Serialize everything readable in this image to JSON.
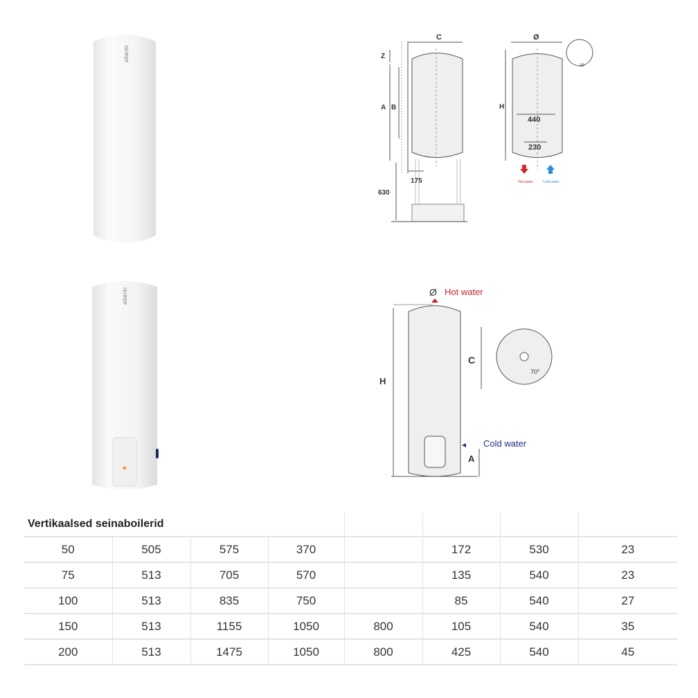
{
  "product_images": [
    {
      "name": "wall-boiler-slim",
      "brand_text": "atlantic"
    },
    {
      "name": "floor-boiler",
      "brand_text": "atlantic"
    }
  ],
  "diagram_top": {
    "labels": {
      "c": "C",
      "z": "Z",
      "a": "A",
      "b": "B",
      "d175": "175",
      "d630": "630",
      "diameter": "Ø",
      "h": "H",
      "d440": "440",
      "d230": "230",
      "d15": "15",
      "hot": "Hot water",
      "cold": "Cold water"
    },
    "colors": {
      "hot": "#d22b2b",
      "cold": "#2a8fd6"
    }
  },
  "diagram_bottom": {
    "labels": {
      "diameter": "Ø",
      "hot": "Hot water",
      "cold": "Cold water",
      "h": "H",
      "c": "C",
      "a": "A",
      "angle": "70°"
    },
    "colors": {
      "hot": "#c8232c",
      "cold": "#1f2f7a"
    }
  },
  "table": {
    "title": "Vertikaalsed seinaboilerid",
    "rows": [
      [
        "50",
        "505",
        "575",
        "370",
        "",
        "172",
        "530",
        "23"
      ],
      [
        "75",
        "513",
        "705",
        "570",
        "",
        "135",
        "540",
        "23"
      ],
      [
        "100",
        "513",
        "835",
        "750",
        "",
        "85",
        "540",
        "27"
      ],
      [
        "150",
        "513",
        "1155",
        "1050",
        "800",
        "105",
        "540",
        "35"
      ],
      [
        "200",
        "513",
        "1475",
        "1050",
        "800",
        "425",
        "540",
        "45"
      ]
    ]
  }
}
